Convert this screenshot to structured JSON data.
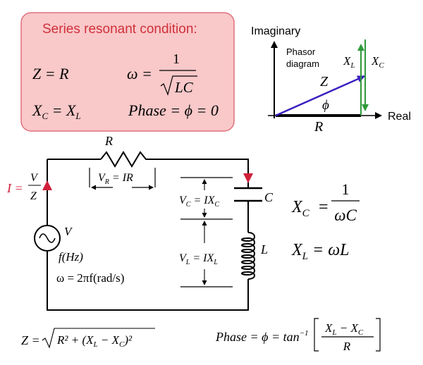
{
  "box": {
    "title": "Series resonant condition:",
    "eq_z": "Z = R",
    "eq_omega_lhs": "ω =",
    "eq_omega_num": "1",
    "eq_omega_den": "LC",
    "eq_xc_x": "X",
    "eq_xc_sub": "C",
    "eq_xc_mid": " = X",
    "eq_xc_sub2": "L",
    "eq_phase": "Phase = ϕ = 0"
  },
  "phasor": {
    "imag_label": "Imaginary",
    "real_label": "Real",
    "title_line1": "Phasor",
    "title_line2": "diagram",
    "xl_x": "X",
    "xl_sub": "L",
    "xc_x": "X",
    "xc_sub": "C",
    "z_label": "Z",
    "phi_label": "ϕ",
    "r_label": "R"
  },
  "circuit": {
    "r_label": "R",
    "vr_label_pre": "V",
    "vr_label_sub": "R",
    "vr_label_post": " = IR",
    "i_label": "I =",
    "i_num": "V",
    "i_den": "Z",
    "vc_pre": "V",
    "vc_sub": "C",
    "vc_mid": " = IX",
    "vc_sub2": "C",
    "c_label": "C",
    "vl_pre": "V",
    "vl_sub": "L",
    "vl_mid": " = IX",
    "vl_sub2": "L",
    "l_label": "L",
    "v_label": "V",
    "f_label": "f(Hz)",
    "omega_label": "ω = 2πf(rad/s)"
  },
  "formulas": {
    "xc_lhs_x": "X",
    "xc_lhs_sub": "C",
    "xc_eq": "=",
    "xc_num": "1",
    "xc_den": "ωC",
    "xl_x": "X",
    "xl_sub": "L",
    "xl_rhs": " = ωL",
    "z_lhs": "Z =",
    "z_rad": "R² + (X",
    "z_sub1": "L",
    "z_mid": " − X",
    "z_sub2": "C",
    "z_end": ")²",
    "phase_lhs": "Phase = ϕ = tan",
    "phase_sup": "−1",
    "phase_num_x1": "X",
    "phase_num_sub1": "L",
    "phase_num_mid": " − X",
    "phase_num_sub2": "C",
    "phase_den": "R"
  },
  "colors": {
    "box_fill": "#f9c8c9",
    "box_stroke": "#e0707a",
    "title_red": "#d0303a",
    "current_red": "#d0203a",
    "z_blue": "#3a1fbf",
    "xl_green": "#2e9a3a"
  }
}
